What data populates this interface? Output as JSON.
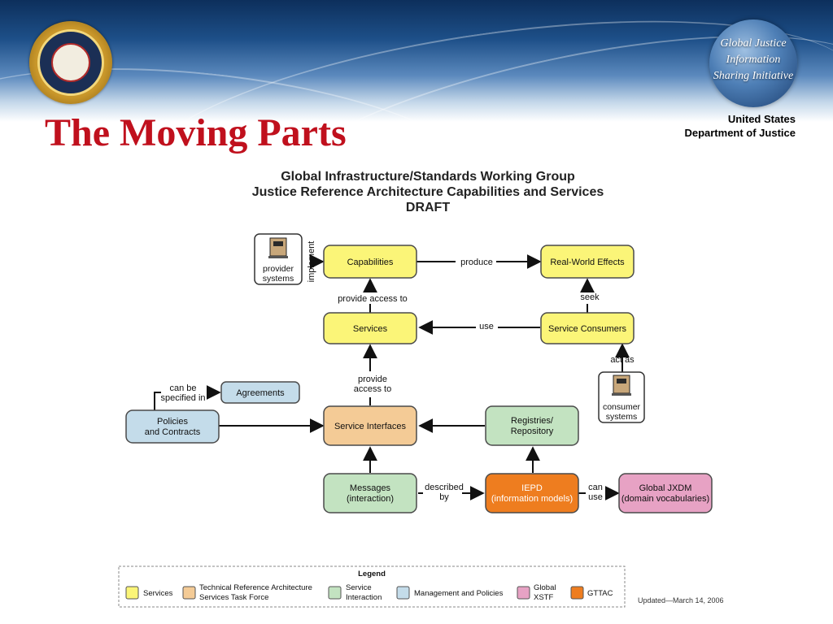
{
  "slide_title": "The Moving Parts",
  "logo_left_name": "Department of Justice Office of Justice Programs seal",
  "logo_right": {
    "lines": [
      "Global Justice",
      "Information",
      "Sharing Initiative"
    ]
  },
  "org": {
    "line1": "United States",
    "line2": "Department of Justice"
  },
  "diagram_title": {
    "line1": "Global Infrastructure/Standards Working Group",
    "line2": "Justice Reference Architecture Capabilities and Services",
    "line3": "DRAFT"
  },
  "nodes": {
    "capabilities": {
      "label": "Capabilities"
    },
    "real_world_effects": {
      "label": "Real-World Effects"
    },
    "services": {
      "label": "Services"
    },
    "service_consumers": {
      "label": "Service Consumers"
    },
    "agreements": {
      "label": "Agreements"
    },
    "policies": {
      "lines": [
        "Policies",
        "and Contracts"
      ]
    },
    "service_interfaces": {
      "label": "Service Interfaces"
    },
    "registries": {
      "lines": [
        "Registries/",
        "Repository"
      ]
    },
    "messages": {
      "lines": [
        "Messages",
        "(interaction)"
      ]
    },
    "iepd": {
      "lines": [
        "IEPD",
        "(information models)"
      ]
    },
    "global_jxdm": {
      "lines": [
        "Global JXDM",
        "(domain vocabularies)"
      ]
    },
    "provider_systems": {
      "lines": [
        "provider",
        "systems"
      ]
    },
    "consumer_systems": {
      "lines": [
        "consumer",
        "systems"
      ]
    }
  },
  "edges": {
    "implement": "implement",
    "produce": "produce",
    "provide_access_to_top": "provide access to",
    "seek": "seek",
    "use": "use",
    "act_as": "act as",
    "can_be_specified_in": [
      "can be",
      "specified in"
    ],
    "provide_access_to_mid": [
      "provide",
      "access to"
    ],
    "described_by": [
      "described",
      "by"
    ],
    "can_use": [
      "can",
      "use"
    ]
  },
  "legend": {
    "title": "Legend",
    "items": [
      {
        "lines": [
          "Services"
        ],
        "color": "#fbf578"
      },
      {
        "lines": [
          "Technical Reference Architecture",
          "Services Task Force"
        ],
        "color": "#f4cb96"
      },
      {
        "lines": [
          "Service",
          "Interaction"
        ],
        "color": "#c3e3c1"
      },
      {
        "lines": [
          "Management and Policies"
        ],
        "color": "#c4dcea"
      },
      {
        "lines": [
          "Global",
          "XSTF"
        ],
        "color": "#e7a2c4"
      },
      {
        "lines": [
          "GTTAC"
        ],
        "color": "#ee7d1f"
      }
    ]
  },
  "updated": "Updated—March 14, 2006",
  "colors": {
    "title_red": "#c0101d",
    "services_yellow": "#fbf578",
    "trasf_tan": "#f4cb96",
    "interaction_green": "#c3e3c1",
    "policy_blue": "#c4dcea",
    "xstf_pink": "#e7a2c4",
    "gttac_orange": "#ee7d1f"
  }
}
